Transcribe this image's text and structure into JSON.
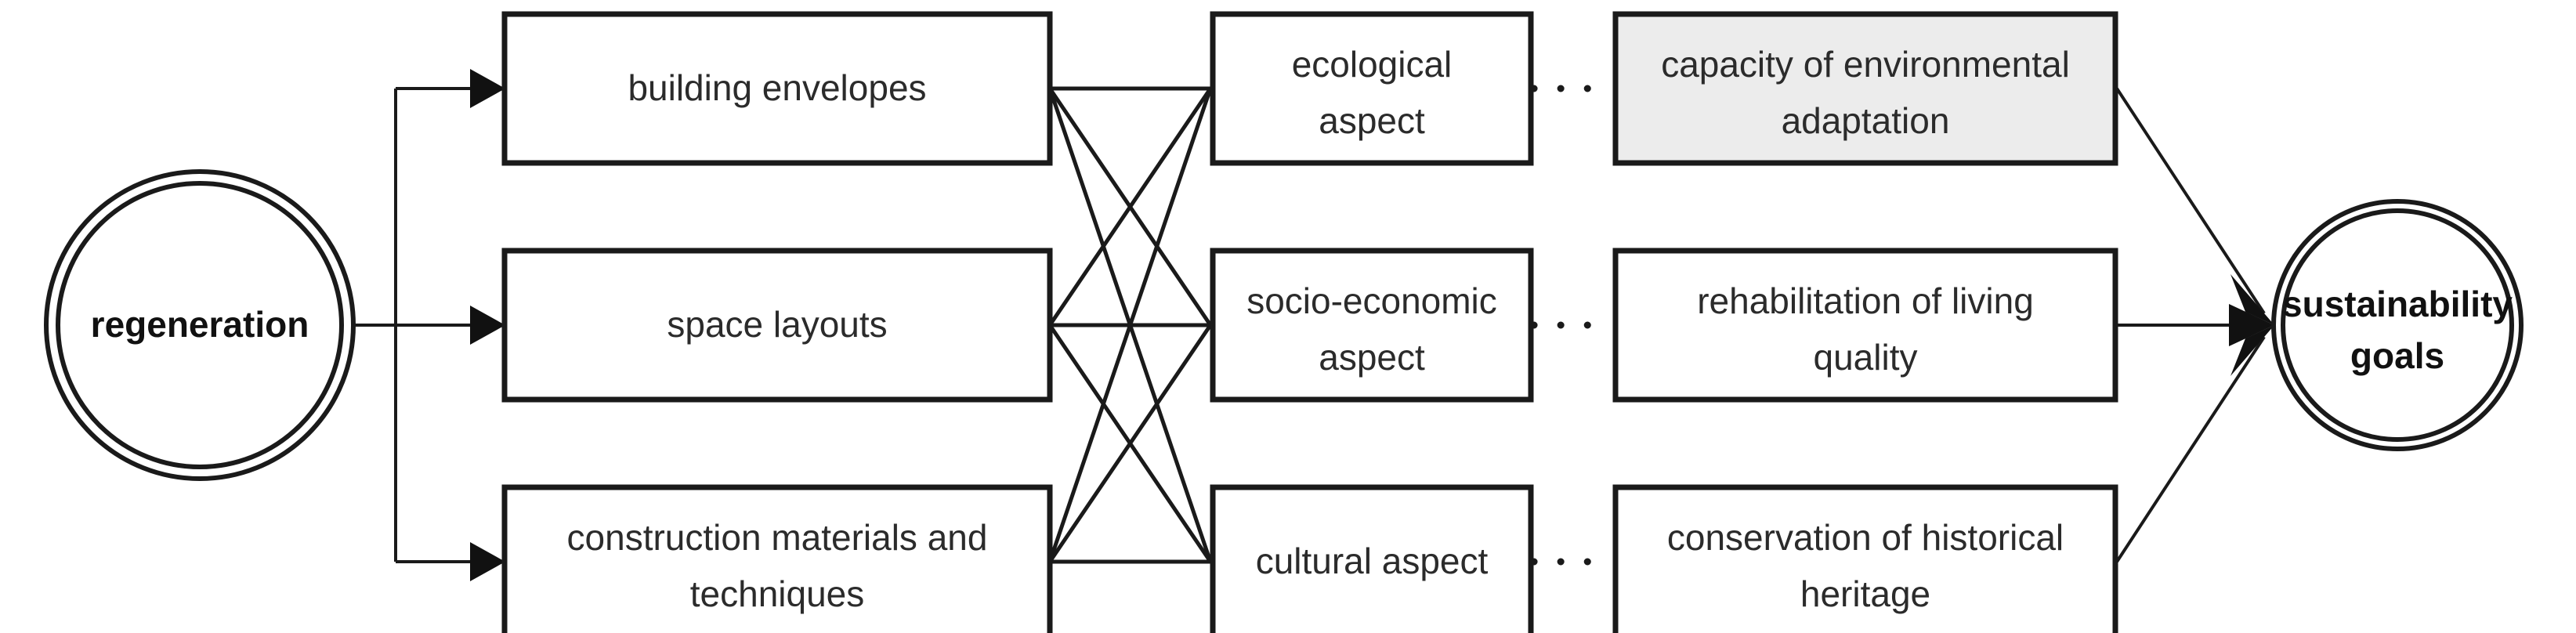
{
  "diagram": {
    "title": "regeneration to sustainability goals framework",
    "background_color": "#ffffff",
    "line_color": "#1a1a1a",
    "shaded_fill_color": "#ececec",
    "plain_fill_color": "#ffffff",
    "text_color": "#2b2b2b"
  },
  "start_node": {
    "label": "regeneration",
    "shape": "double-circle",
    "bold": true
  },
  "end_node": {
    "label_line_1": "sustainability",
    "label_line_2": "goals",
    "shape": "double-circle",
    "bold": true
  },
  "interventions": [
    {
      "id": "building-envelopes",
      "label_line_1": "building envelopes",
      "label_line_2": "",
      "fill": "#ffffff"
    },
    {
      "id": "space-layouts",
      "label_line_1": "space layouts",
      "label_line_2": "",
      "fill": "#ffffff"
    },
    {
      "id": "construction-materials-and-techniques",
      "label_line_1": "construction materials and",
      "label_line_2": "techniques",
      "fill": "#ffffff"
    }
  ],
  "aspects": [
    {
      "id": "ecological-aspect",
      "label_line_1": "ecological",
      "label_line_2": "aspect",
      "fill": "#ffffff"
    },
    {
      "id": "socio-economic-aspect",
      "label_line_1": "socio-economic",
      "label_line_2": "aspect",
      "fill": "#ffffff"
    },
    {
      "id": "cultural-aspect",
      "label_line_1": "cultural aspect",
      "label_line_2": "",
      "fill": "#ffffff"
    }
  ],
  "outcomes": [
    {
      "id": "capacity-of-environmental-adaptation",
      "label_line_1": "capacity of environmental",
      "label_line_2": "adaptation",
      "fill": "#ececec"
    },
    {
      "id": "rehabilitation-of-living-quality",
      "label_line_1": "rehabilitation of living",
      "label_line_2": "quality",
      "fill": "#ffffff"
    },
    {
      "id": "conservation-of-historical-heritage",
      "label_line_1": "conservation of historical",
      "label_line_2": "heritage",
      "fill": "#ffffff"
    }
  ],
  "connections": {
    "start_to_interventions": "arrow",
    "interventions_to_aspects": "plain-line-bipartite-all-pairs",
    "aspects_to_outcomes": "dotted-line",
    "outcomes_to_end": "arrow"
  }
}
